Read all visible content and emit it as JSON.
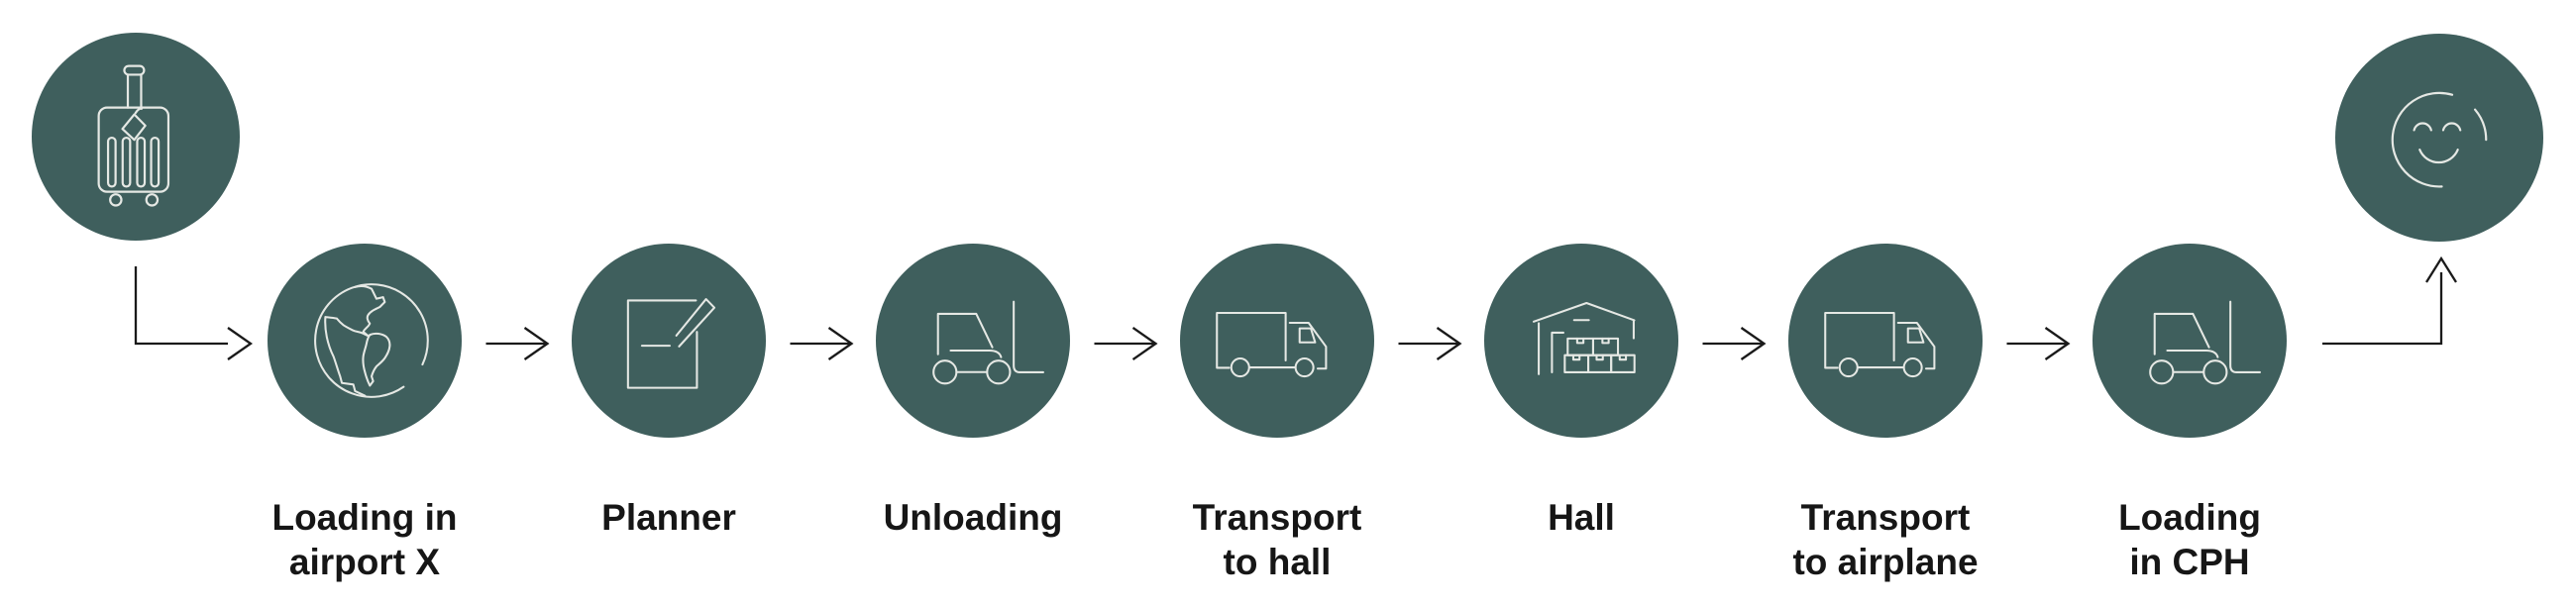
{
  "palette": {
    "background": "#ffffff",
    "circle_fill": "#3f5f5d",
    "icon_stroke": "#e5e8e4",
    "arrow_color": "#1a1a1a",
    "label_color": "#161616"
  },
  "flow": {
    "start_node": {
      "icon": "suitcase-icon"
    },
    "steps": [
      {
        "label": "Loading in\nairport X",
        "icon": "globe-icon"
      },
      {
        "label": "Planner",
        "icon": "notepad-pencil-icon"
      },
      {
        "label": "Unloading",
        "icon": "forklift-icon"
      },
      {
        "label": "Transport\nto hall",
        "icon": "truck-icon"
      },
      {
        "label": "Hall",
        "icon": "warehouse-boxes-icon"
      },
      {
        "label": "Transport\nto airplane",
        "icon": "truck-icon"
      },
      {
        "label": "Loading\nin CPH",
        "icon": "forklift-icon"
      }
    ],
    "end_node": {
      "icon": "smiley-icon"
    }
  }
}
